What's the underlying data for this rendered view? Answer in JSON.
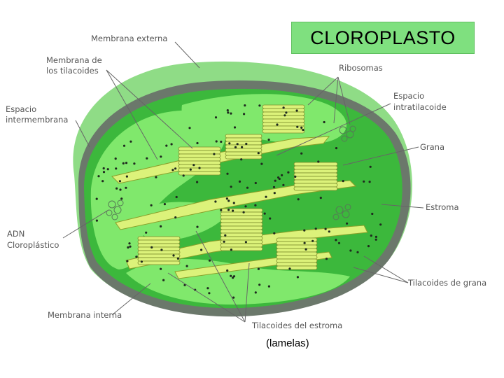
{
  "title": "CLOROPLASTO",
  "caption": "(lamelas)",
  "labels": {
    "membrana_externa": "Membrana externa",
    "membrana_tilacoides_1": "Membrana de",
    "membrana_tilacoides_2": "los tilacoides",
    "espacio_intermembrana_1": "Espacio",
    "espacio_intermembrana_2": "intermembrana",
    "ribosomas": "Ribosomas",
    "espacio_intratilacoide_1": "Espacio",
    "espacio_intratilacoide_2": "intratilacoide",
    "grana": "Grana",
    "estroma": "Estroma",
    "adn_1": "ADN",
    "adn_2": "Cloroplástico",
    "tilacoides_grana": "Tilacoides de grana",
    "membrana_interna": "Membrana interna",
    "tilacoides_estroma": "Tilacoides del estroma"
  },
  "colors": {
    "outer_membrane": "#7fd67f",
    "inner_membrane": "#5a7a5a",
    "stroma_light": "#7ee86a",
    "stroma_dark": "#2fb52f",
    "thylakoid": "#dcf27a",
    "thylakoid_edge": "#7a8a2a",
    "title_bg": "#7fe07f"
  }
}
